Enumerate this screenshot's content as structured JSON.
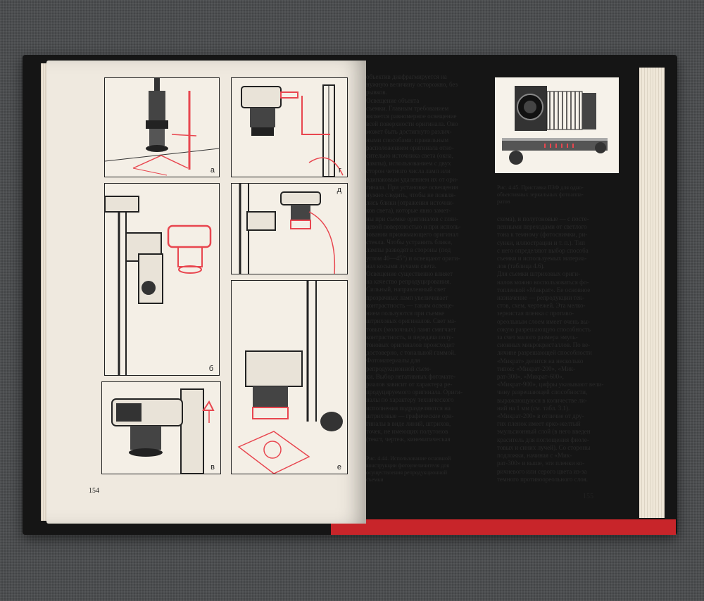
{
  "left_page": {
    "page_number": "154",
    "panel_labels": [
      "а",
      "г",
      "б",
      "д",
      "в",
      "е"
    ]
  },
  "middle_column": {
    "text": "объектив диафрагмируется на\nнужную величину осторожно, без\nрывков.\nОсвещение объекта\nсъемки. Главным требованием\nявляется равномерное освещение\nвсей поверхности оригинала. Оно\nможет быть достигнуто различ-\nными способами: правильным\nрасположением оригинала отно-\nсительно источника света (окна,\nлампы), использованием с двух\nсторон четного числа ламп или\nодинаковым удалением их от ори-\nгинала. При установке освещения\nнужно следить, чтобы не появля-\nлись блики (отражения источни-\nков света), которые явно замет-\nны при съемке оригиналов с глян-\nцевой поверхностью и при исполь-\nзовании прижимающего оригинал\nстекла. Чтобы устранить блики,\nлампы разводят в стороны (под\nуглом 40—45°) и освещают ориги-\nнал косыми лучами света.\nОсвещение существенно влияет\nна качество репродуцирования.\nСильный, направленный свет\nпрозрачных ламп увеличивает\nконтрастность — таким освеще-\nнием пользуются при съемке\nштриховых оригиналов. Свет ма-\nтовых (молочных) ламп смягчает\nконтрастность, и передача полу-\nтоновых оригиналов происходит\nдостоверно, с тональной гаммой.\nФотоматериалы для\nрепродукционной съем-\nки. Выбор негативных фотомате-\nриалов зависит от характера ре-\nпродуцируемого оригинала. Ориги-\nналы по характеру технического\nисполнения подразделяются на\nштриховые — графические ори-\nгиналы в виде линий, штрихов,\nточек, не имеющих полутонов\n(текст, чертеж, кинематическая",
    "caption": "Рис. 4.44. Использование основной\nконструкции фотоувеличителя для\nосуществления репродукционной\nсъемки"
  },
  "right_page": {
    "page_number": "155",
    "figure_caption": "Рис. 4.45. Приставка ПЗФ для одно-\nобъективных зеркальных фотоаппа-\nратов",
    "text": "схема), и полутоновые — с посте-\nпенными переходами от светлого\nтона к темному (фотоснимки, ри-\nсунки, иллюстрации и т. п.). Тип\nс него определяют выбор способа\nсъемки и используемых материа-\nлов (таблица 4.6).\nДля съемки штриховых ориги-\nналов можно воспользоваться фо-\nтопленкой «Микрат». Ее основное\nназначение — репродукции тек-\nстов, схем, чертежей. Эта мелко-\nзернистая пленка с противо-\nореольным слоем имеет очень вы-\nсокую разрешающую способность\nза счет малого размера эмуль-\nсионных микрокристаллов. По ве-\nличине разрешающей способности\n«Микрат» делится на несколько\nтипов: «Микрат-200», «Мик-\nрат-300», «Микрат-600»,\n«Микрат-900», цифры указывают вели-\nчину разрешающей способности,\nвыражающуюся в количестве ли-\nний на 1 мм (см. табл. 3.1).\n«Микрат-200» в отличие от дру-\nгих пленок имеет ярко-желтый\nэмульсионный слой (в него введен\nкраситель для поглощения фиоле-\nтовых и синих лучей). Со стороны\nподложки, начиная с «Мик-\nрат-300» и выше, эти пленки ко-\nричневого или серого цвета из-за\nтемного противоореольного слоя."
  },
  "colors": {
    "paper": "#efe9df",
    "ink": "#222222",
    "red_ink": "#e8464f",
    "cover": "#151515",
    "cover_red": "#c8252a"
  }
}
